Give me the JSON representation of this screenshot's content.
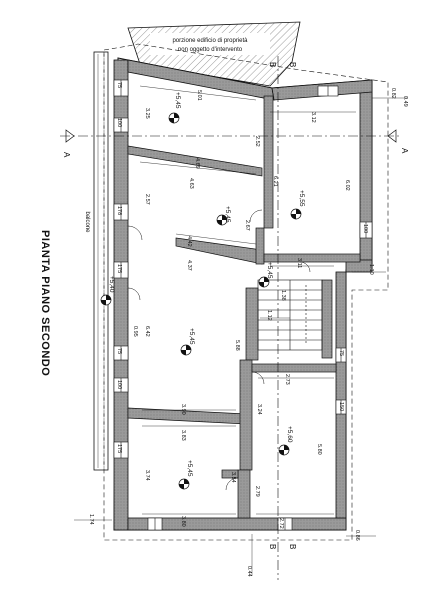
{
  "title": "PIANTA PIANO SECONDO",
  "neighbor_note": [
    "porzione edificio di proprietà",
    "non oggetto d'intervento"
  ],
  "balcony_label": "balcone",
  "section_letters": {
    "left_a": "A",
    "right_a": "A",
    "top_b_left": "B",
    "top_b_right": "B",
    "bottom_b_left": "B",
    "bottom_b_right": "B"
  },
  "elevations": [
    "+5,45",
    "+5,45",
    "+5,55",
    "+5,45",
    "+5,40",
    "+5,45",
    "+5,60",
    "+5,45"
  ],
  "dimensions": {
    "room1_h": "5.01",
    "room1_v": "3.25",
    "room1_vr": "2.52",
    "room2_h": "3.12",
    "room2_v": "6.21",
    "room2_vr": "6.02",
    "corr_h1": "4.69",
    "corr_h2": "4.63",
    "room3_v": "2.57",
    "room3_h": "4.42",
    "room3_h2": "4.37",
    "room3_v2": "2.67",
    "stair_h": "3.11",
    "stair_v": "1.38",
    "landing_h": "1.12",
    "big_v": "6.42",
    "big_v2": "5.88",
    "big_h": "3.90",
    "r5_h": "2.73",
    "r5_v": "3.24",
    "r5_v2": "5.80",
    "r6_h": "3.83",
    "r6_v": "3.74",
    "r6_v2": "3.54",
    "r6_v3": "2.79",
    "r6_h2": "3.80",
    "r7_h": "2.72",
    "ext_top": "0.82",
    "ext_top2": "0.49",
    "ext_right": "1.10",
    "ext_left": "1.74",
    "ext_bottom": "0.86",
    "ext_b2": "0.44",
    "wall_95": "0.95",
    "win1": "75",
    "win2": "100",
    "win3": "178",
    "win4": "175",
    "win5": "75",
    "win6": "100",
    "win7": "175",
    "win8": "100",
    "win9": "150",
    "win10": "75"
  },
  "colors": {
    "ink": "#111111",
    "wall": "#8c8c8c",
    "hatch": "#555555"
  }
}
